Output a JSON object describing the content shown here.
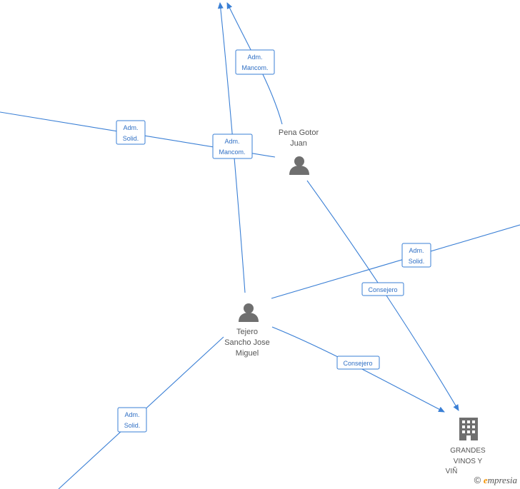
{
  "nodes": {
    "pena": {
      "name_lines": [
        "Pena Gotor",
        "Juan"
      ],
      "icon": "person-icon"
    },
    "tejero": {
      "name_lines": [
        "Tejero",
        "Sancho Jose",
        "Miguel"
      ],
      "icon": "person-icon"
    },
    "grandes": {
      "name_lines": [
        "GRANDES",
        "VINOS Y",
        "VIÑ"
      ],
      "icon": "building-icon"
    }
  },
  "edges": [
    {
      "label_lines": [
        "Adm.",
        "Mancom."
      ]
    },
    {
      "label_lines": [
        "Adm.",
        "Solid."
      ]
    },
    {
      "label_lines": [
        "Adm.",
        "Mancom."
      ]
    },
    {
      "label_lines": [
        "Adm.",
        "Solid."
      ]
    },
    {
      "label_lines": [
        "Consejero"
      ]
    },
    {
      "label_lines": [
        "Consejero"
      ]
    },
    {
      "label_lines": [
        "Adm.",
        "Solid."
      ]
    }
  ],
  "footer": {
    "copyright_symbol": "©",
    "brand_initial": "e",
    "brand_rest": "mpresia"
  },
  "colors": {
    "edge": "#3a7fd5",
    "icon": "#6f6f6f",
    "brand": "#f39200"
  }
}
